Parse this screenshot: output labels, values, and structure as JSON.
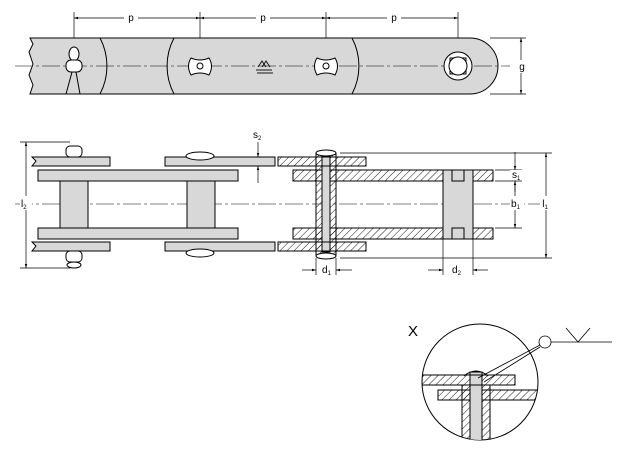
{
  "labels": {
    "pitch_1": "p",
    "pitch_2": "p",
    "pitch_3": "p",
    "plate_height": "g",
    "plate_thickness_outer": "s",
    "plate_thickness_outer_sub": "2",
    "plate_thickness_inner": "s",
    "plate_thickness_inner_sub": "1",
    "inner_width": "b",
    "inner_width_sub": "1",
    "pin_length_right": "l",
    "pin_length_right_sub": "1",
    "pin_length_left": "l",
    "pin_length_left_sub": "2",
    "pin_diameter": "d",
    "pin_diameter_sub": "1",
    "bushing_diameter": "d",
    "bushing_diameter_sub": "2",
    "detail_marker": "X"
  },
  "colors": {
    "line": "#000000",
    "plate_fill": "#d8d8d8",
    "background": "#ffffff"
  }
}
